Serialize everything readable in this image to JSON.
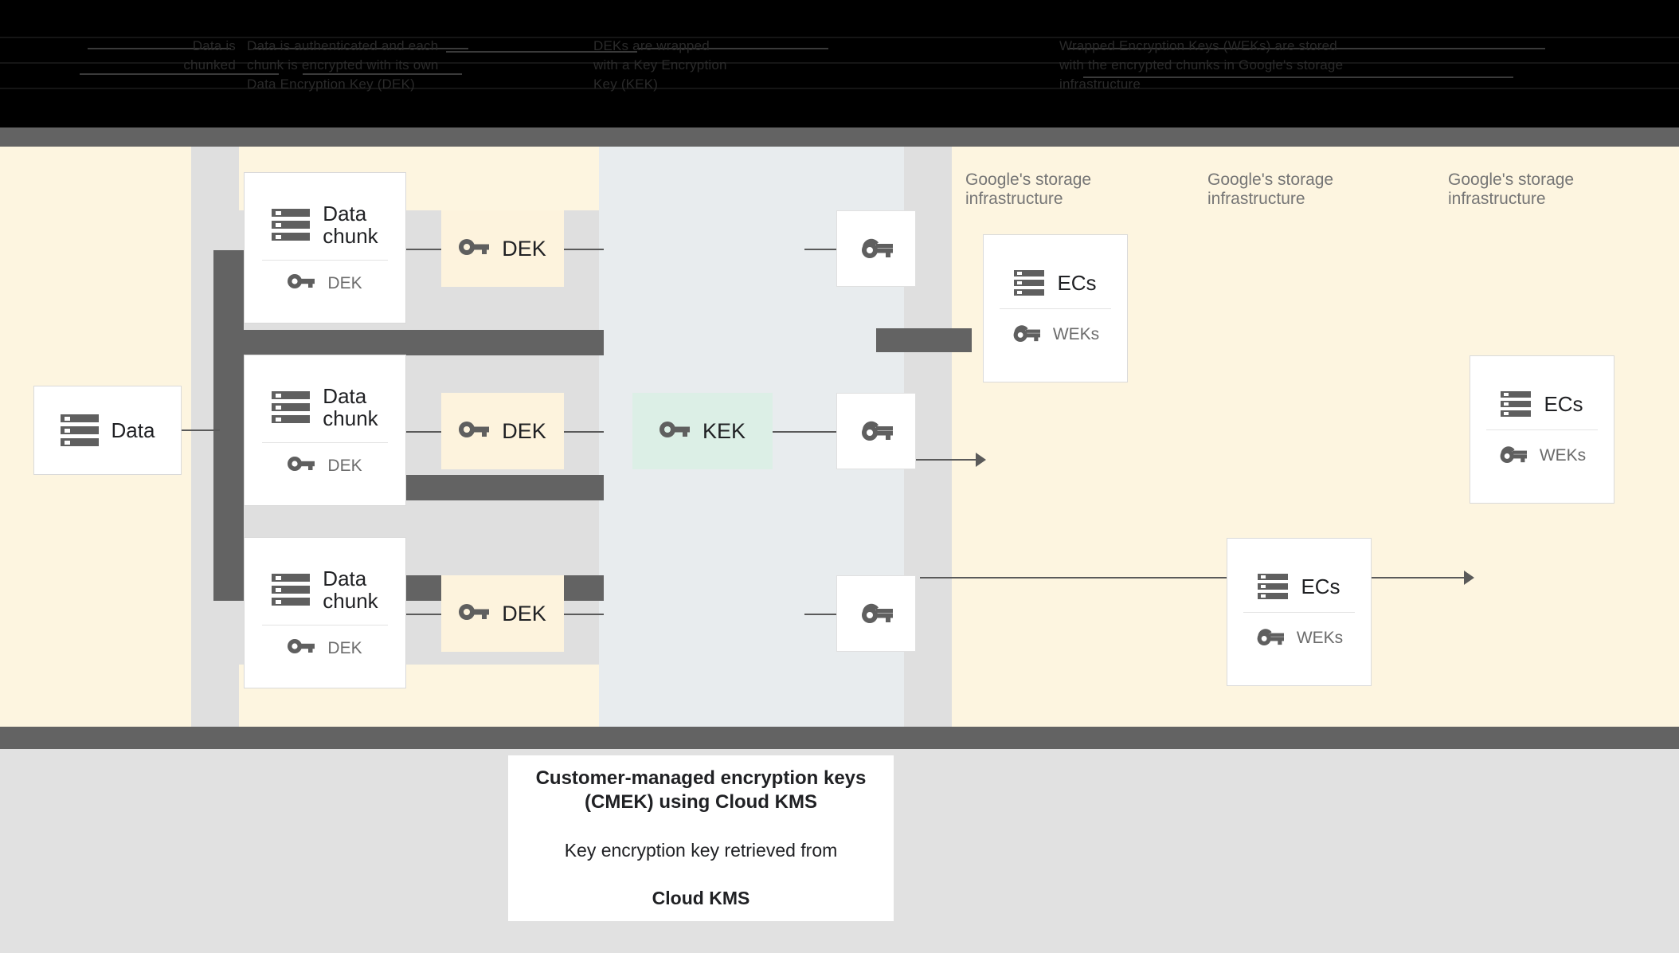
{
  "header": {
    "columns": [
      {
        "lines": "Data is\nchunked"
      },
      {
        "lines": "Data is authenticated and each\nchunk is encrypted with its own\nData Encryption Key (DEK)"
      },
      {
        "lines": "DEKs are wrapped\nwith a Key Encryption\nKey (KEK)"
      },
      {
        "lines": "Wrapped Encryption Keys (WEKs) are stored\nwith the encrypted chunks in Google's storage\ninfrastructure"
      }
    ]
  },
  "diagram": {
    "source": {
      "label": "Data",
      "icon": "server-icon"
    },
    "chunks": [
      {
        "title": "Data\nchunk",
        "icon": "server-icon",
        "key_label": "DEK",
        "key_icon": "key-icon"
      },
      {
        "title": "Data\nchunk",
        "icon": "server-icon",
        "key_label": "DEK",
        "key_icon": "key-icon"
      },
      {
        "title": "Data\nchunk",
        "icon": "server-icon",
        "key_label": "DEK",
        "key_icon": "key-icon"
      }
    ],
    "deks": [
      {
        "label": "DEK",
        "icon": "key-icon"
      },
      {
        "label": "DEK",
        "icon": "key-icon"
      },
      {
        "label": "DEK",
        "icon": "key-icon"
      }
    ],
    "kek": {
      "label": "KEK",
      "icon": "key-icon"
    },
    "weks": [
      {
        "icon": "wrapped-key-icon"
      },
      {
        "icon": "wrapped-key-icon"
      },
      {
        "icon": "wrapped-key-icon"
      }
    ],
    "storage_labels": [
      "Google's storage\ninfrastructure",
      "Google's storage\ninfrastructure",
      "Google's storage\ninfrastructure"
    ],
    "ec_cards": [
      {
        "title": "ECs",
        "icon": "server-icon",
        "key_label": "WEKs",
        "key_icon": "wrapped-key-icon"
      },
      {
        "title": "ECs",
        "icon": "server-icon",
        "key_label": "WEKs",
        "key_icon": "wrapped-key-icon"
      },
      {
        "title": "ECs",
        "icon": "server-icon",
        "key_label": "WEKs",
        "key_icon": "wrapped-key-icon"
      }
    ]
  },
  "caption": {
    "title": "Customer-managed encryption keys\n(CMEK) using Cloud KMS",
    "body_lead": "Key encryption key retrieved from",
    "body_strong": "Cloud KMS"
  },
  "colors": {
    "canvas_cream": "#fdf5e0",
    "mid_wash": "#e8ecee",
    "grey_wash": "#dfdfdf",
    "bar_dark": "#636363",
    "dek_fill": "#fdf3dd",
    "kek_fill": "#dcefe6",
    "page_grey": "#e1e1e1",
    "header_black": "#000000"
  }
}
